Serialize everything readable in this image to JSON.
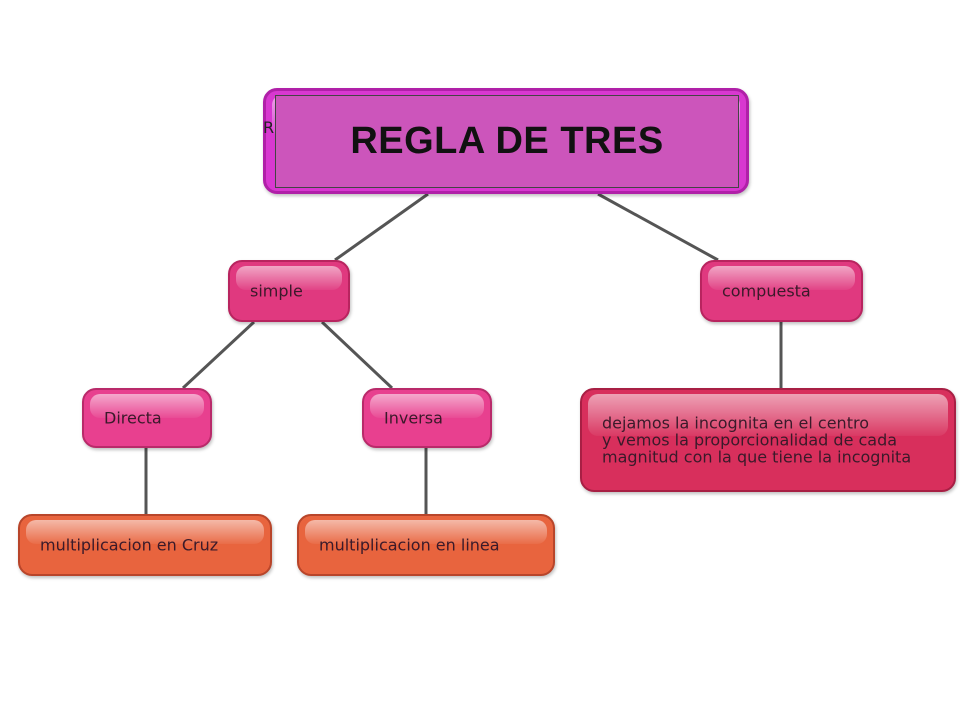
{
  "root": {
    "title": "REGLA DE TRES",
    "stub": "R"
  },
  "nodes": {
    "simple": "simple",
    "compuesta": "compuesta",
    "directa": "Directa",
    "inversa": "Inversa",
    "compuesta_desc": "dejamos la incognita en el centro\ny vemos la proporcionalidad de cada\nmagnitud con la que tiene la incognita",
    "cruz": "multiplicacion en Cruz",
    "linea": "multiplicacion en linea"
  },
  "colors": {
    "root": "#d838d0",
    "root_inner": "#cc55bb",
    "level1": "#e0397f",
    "level2": "#e8408f",
    "desc": "#d82f5c",
    "leaf": "#e8643e",
    "connector": "#555555"
  }
}
